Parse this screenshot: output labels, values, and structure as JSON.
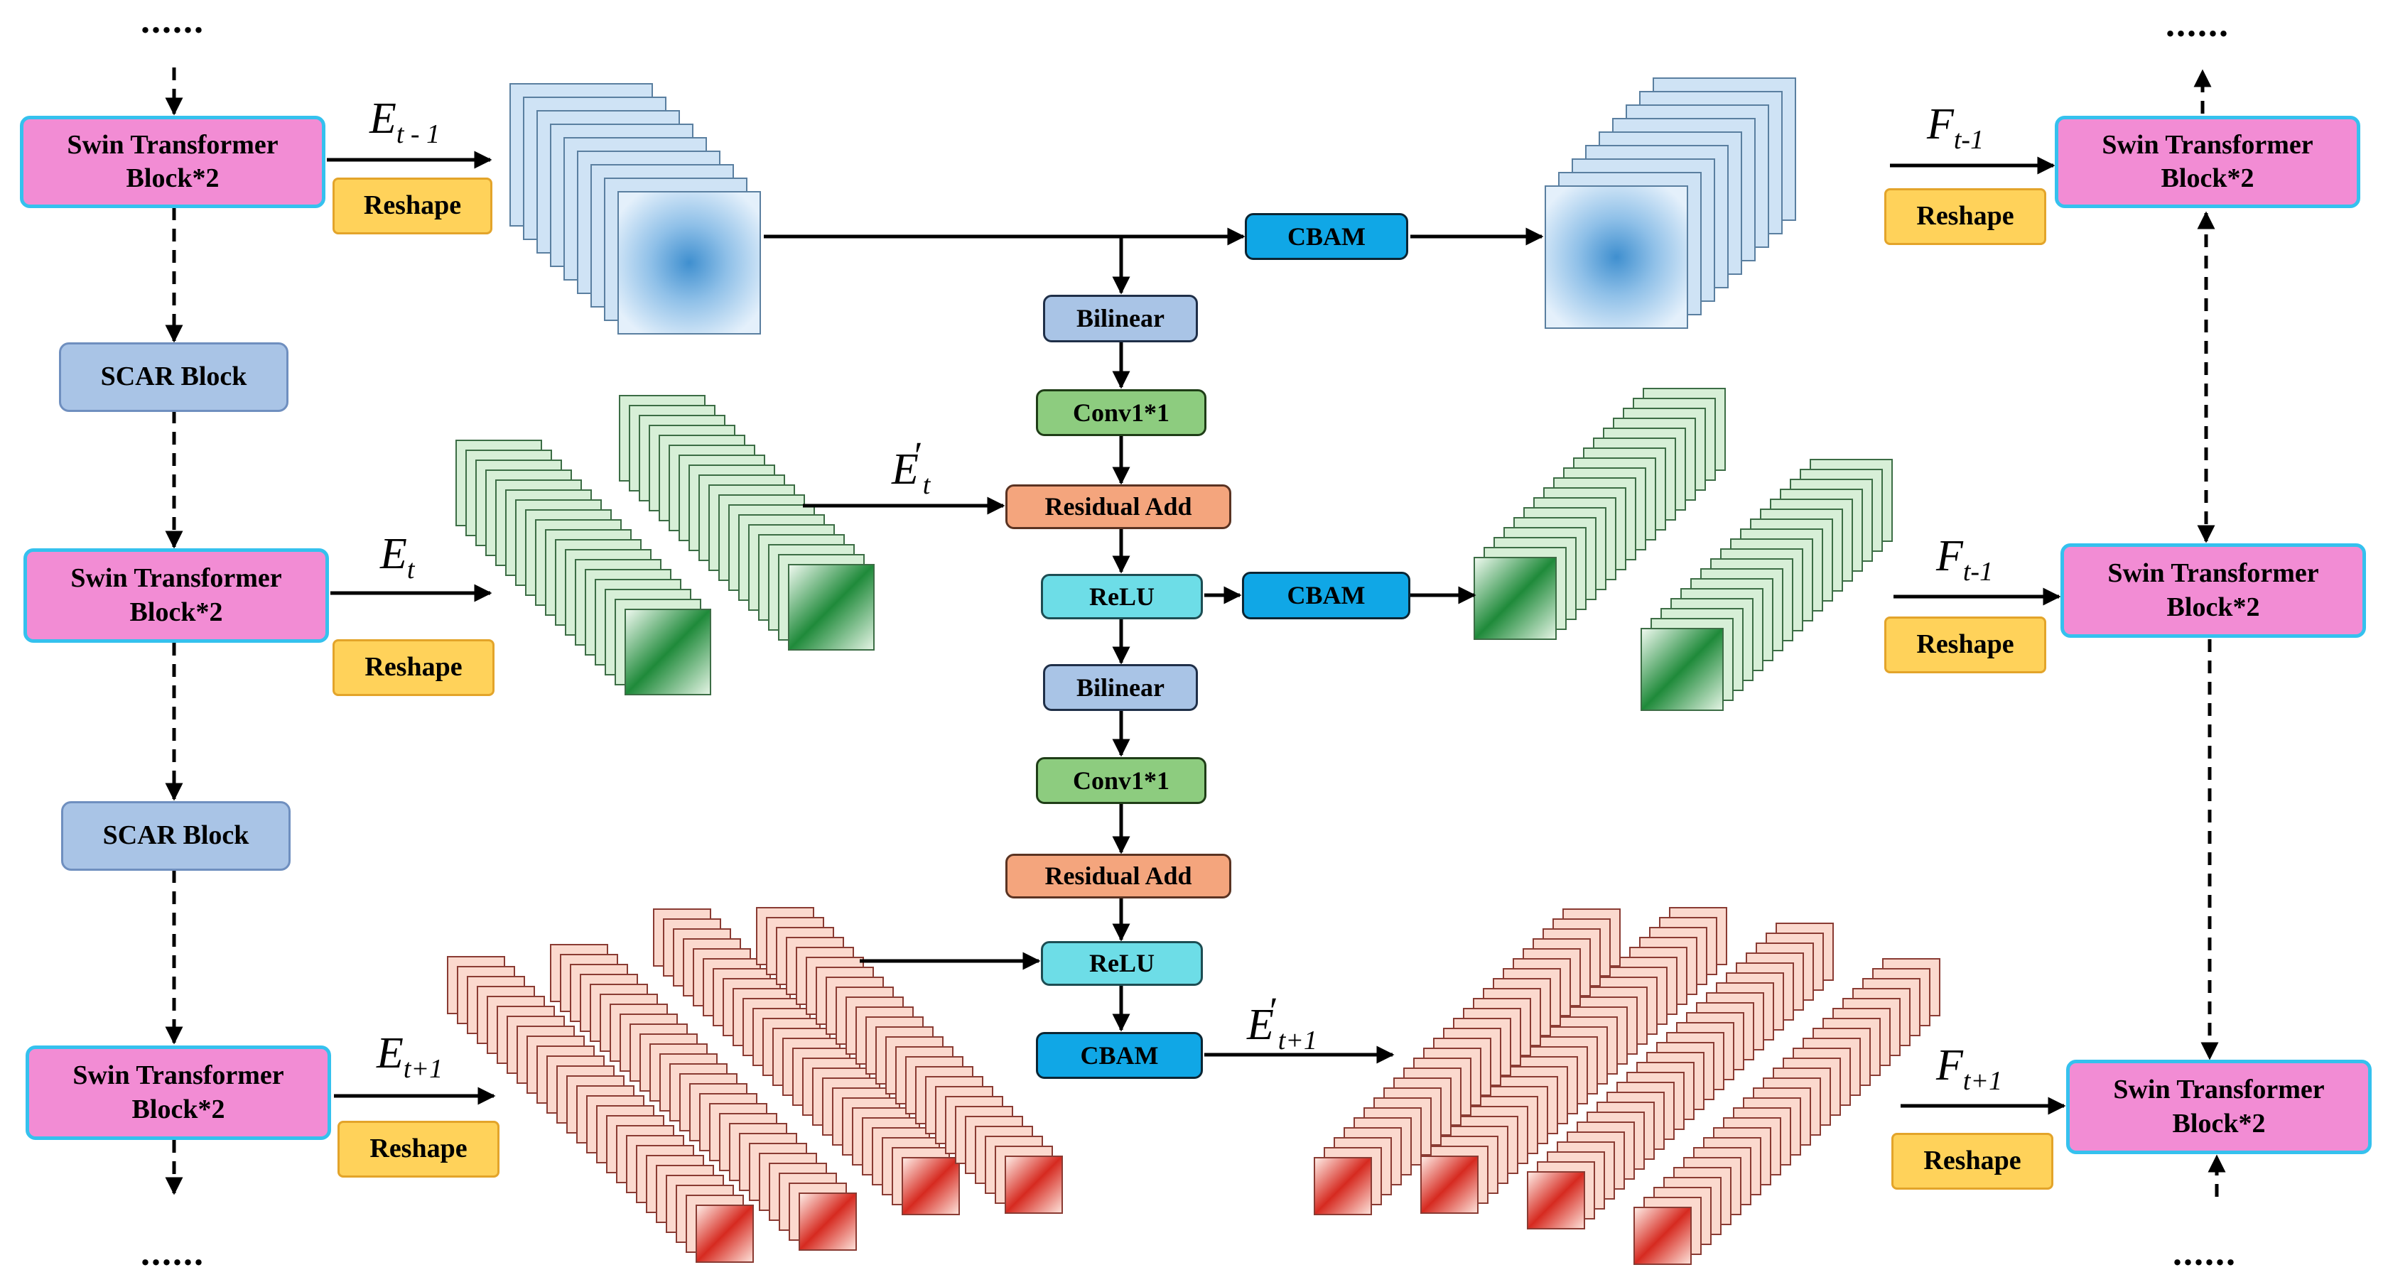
{
  "left_column": {
    "top_dots": "......",
    "bottom_dots": "......",
    "swin_top": "Swin Transformer\nBlock*2",
    "scar_1": "SCAR Block",
    "swin_mid": "Swin Transformer\nBlock*2",
    "scar_2": "SCAR Block",
    "swin_bottom": "Swin Transformer\nBlock*2",
    "reshape_top": "Reshape",
    "reshape_mid": "Reshape",
    "reshape_bottom": "Reshape",
    "label_top": {
      "main": "E",
      "sub": "t - 1"
    },
    "label_mid": {
      "main": "E",
      "sub": "t"
    },
    "label_bottom": {
      "main": "E",
      "sub": "t+1"
    }
  },
  "center_column": {
    "cbam_top": "CBAM",
    "bilinear_1": "Bilinear",
    "conv_1": "Conv1*1",
    "residual_add_1": "Residual Add",
    "relu_1": "ReLU",
    "cbam_mid": "CBAM",
    "bilinear_2": "Bilinear",
    "conv_2": "Conv1*1",
    "residual_add_2": "Residual Add",
    "relu_2": "ReLU",
    "cbam_bottom": "CBAM",
    "label_e_prime_t": {
      "main": "E",
      "sub": "t",
      "prime": "′"
    },
    "label_e_prime_t1": {
      "main": "E",
      "sub": "t+1",
      "prime": "′"
    }
  },
  "right_column": {
    "top_dots": "......",
    "bottom_dots": "......",
    "swin_top": "Swin Transformer\nBlock*2",
    "swin_mid": "Swin Transformer\nBlock*2",
    "swin_bottom": "Swin Transformer\nBlock*2",
    "reshape_top": "Reshape",
    "reshape_mid": "Reshape",
    "reshape_bottom": "Reshape",
    "label_top": {
      "main": "F",
      "sub": "t-1"
    },
    "label_mid": {
      "main": "F",
      "sub": "t-1"
    },
    "label_bottom": {
      "main": "F",
      "sub": "t+1"
    }
  },
  "colors": {
    "blue_map": "#3f8fcf",
    "green_map": "#1f8a3a",
    "red_map": "#d62a20",
    "swin_fill": "#f28cd4",
    "swin_border": "#35c1ee"
  }
}
